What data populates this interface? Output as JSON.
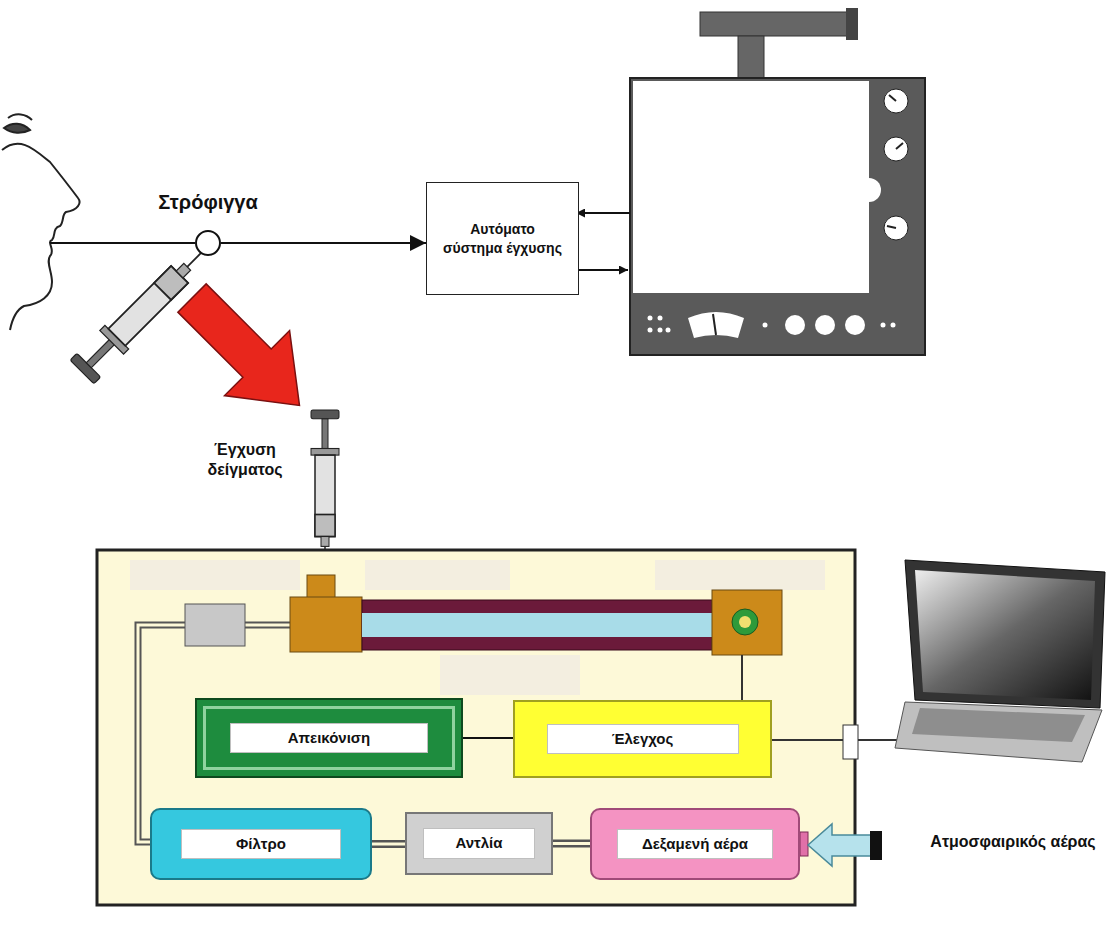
{
  "diagram": {
    "nodes": [
      {
        "text": [
          "Στρόφιγγα"
        ]
      },
      {
        "text": [
          "Αυτόματο σύστημα έγχυσης"
        ]
      },
      {
        "text": [
          "Απεικόνιση"
        ]
      },
      {
        "text": [
          "Έλεγχος"
        ]
      },
      {
        "text": [
          "Φίλτρο"
        ]
      },
      {
        "text": [
          "Αντλία"
        ]
      },
      {
        "text": [
          "Δεξαμενή αέρα"
        ]
      }
    ],
    "edges": [
      {
        "from": 0,
        "to": 1,
        "arrow": "to"
      },
      {
        "from": 2,
        "to": 3,
        "arrow": "none"
      },
      {
        "from": 4,
        "to": 5,
        "arrow": "none"
      },
      {
        "from": 5,
        "to": 6,
        "arrow": "none"
      }
    ],
    "labels": [
      "Έγχυση δείγματος",
      "Ατμοσφαιρικός αέρας"
    ]
  }
}
